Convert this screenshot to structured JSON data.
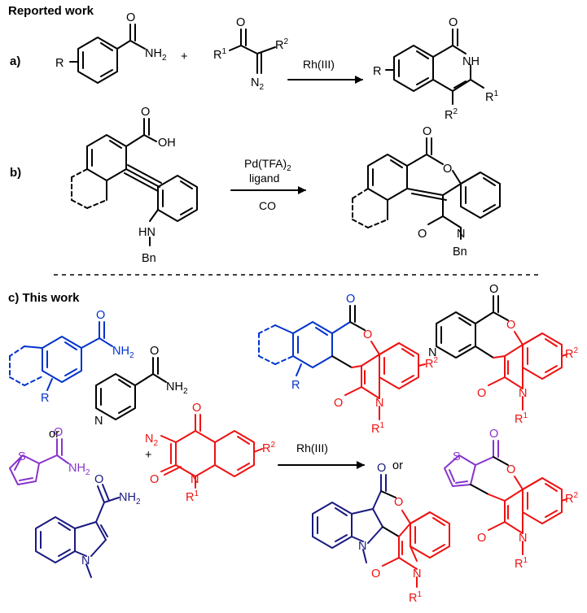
{
  "headings": {
    "reported": "Reported work",
    "this_work": "c) This work"
  },
  "labels": {
    "a": "a)",
    "b": "b)",
    "plus": "+",
    "or": "or"
  },
  "reaction_a": {
    "catalyst": "Rh(III)"
  },
  "reaction_b": {
    "catalyst": "Pd(TFA)",
    "catalyst_subscript": "2",
    "ligand": "ligand",
    "gas": "CO"
  },
  "reaction_c": {
    "catalyst": "Rh(III)"
  },
  "atoms": {
    "O": "O",
    "N": "N",
    "S": "S",
    "NH": "NH",
    "NH2": "NH",
    "two": "2",
    "OH": "OH",
    "HN": "HN",
    "Bn": "Bn",
    "R": "R",
    "R1": "R",
    "R2": "R",
    "one": "1",
    "N2": "N",
    "colors": {
      "blue": "#0033cc",
      "red": "#ee1111",
      "purple": "#8833cc",
      "navy": "#1a1a80",
      "black": "#000000"
    }
  }
}
